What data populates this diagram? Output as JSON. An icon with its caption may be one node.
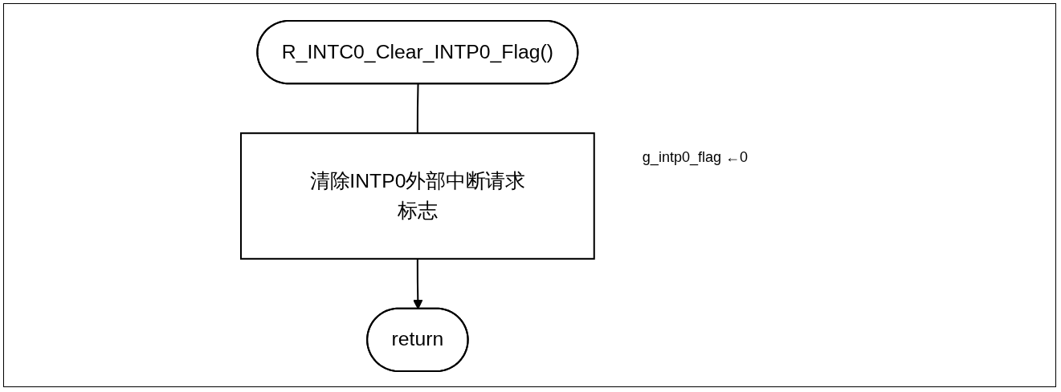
{
  "diagram": {
    "nodes": [
      {
        "text": [
          "R_INTC0_Clear_INTP0_Flag()"
        ]
      },
      {
        "text": [
          "清除INTP0外部中断请求标志"
        ],
        "beside": [
          "g_intp0_flag ←0"
        ]
      },
      {
        "text": [
          "return"
        ]
      }
    ],
    "edges": [
      {
        "from": 0,
        "to": 1,
        "arrow": "none"
      },
      {
        "from": 1,
        "to": 2,
        "arrow": "to"
      }
    ]
  }
}
